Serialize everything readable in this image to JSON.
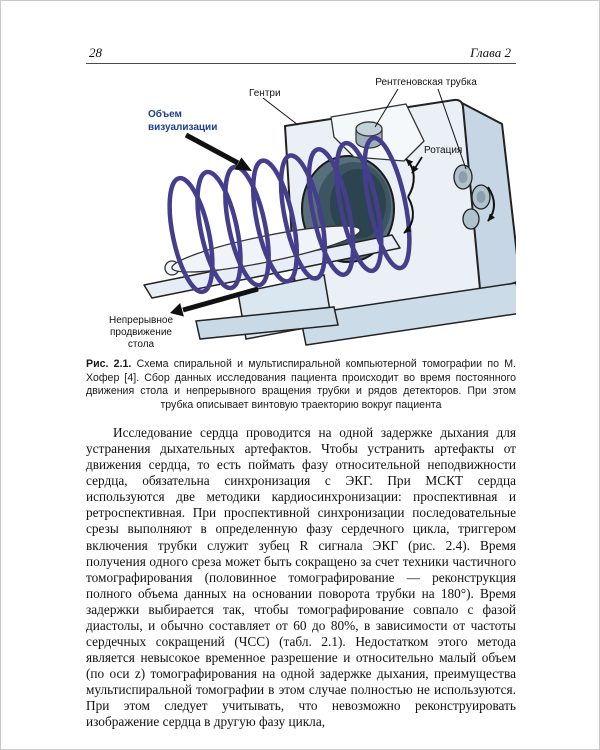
{
  "header": {
    "page_number": "28",
    "chapter": "Глава 2"
  },
  "figure": {
    "labels": {
      "gantry": "Гентри",
      "xray_tube": "Рентгеновская трубка",
      "volume_line1": "Объем",
      "volume_line2": "визуализации",
      "rotation": "Ротация",
      "table_move_line1": "Непрерывное",
      "table_move_line2": "продвижение",
      "table_move_line3": "стола"
    },
    "caption_label": "Рис. 2.1.",
    "caption_text": "Схема спиральной и мультиспиральной компьютерной томографии по М. Хофер [4]. Сбор данных исследования пациента происходит во время постоянного движения стола и непрерывного вращения трубки и рядов детекторов. При этом трубка описывает винтовую траекторию вокруг пациента"
  },
  "body": {
    "paragraph": "Исследование сердца проводится на одной задержке дыхания для устранения дыхательных артефактов. Чтобы устранить артефакты от движения сердца, то есть поймать фазу относительной неподвижности сердца, обязательна синхронизация с ЭКГ. При МСКТ сердца используются две методики кардиосинхронизации: проспективная и ретроспективная. При проспективной синхронизации последовательные срезы выполняют в определенную фазу сердечного цикла, триггером включения трубки служит зубец R сигнала ЭКГ (рис. 2.4). Время получения одного среза может быть сокращено за счет техники частичного томографирования (половинное томографирование — реконструкция полного объема данных на основании поворота трубки на 180°). Время задержки выбирается так, чтобы томографирование совпало с фазой диастолы, и обычно составляет от 60 до 80%, в зависимости от частоты сердечных сокращений (ЧСС) (табл. 2.1). Недостатком этого метода является невысокое временное разрешение и относительно малый объем (по оси z) томографирования на одной задержке дыхания, преимущества мультиспиральной томографии в этом случае полностью не используются. При этом следует учитывать, что невозможно реконструировать изображение сердца в другую фазу цикла,"
  },
  "colors": {
    "spiral": "#453e8c",
    "volume_label": "#1c3f94"
  }
}
